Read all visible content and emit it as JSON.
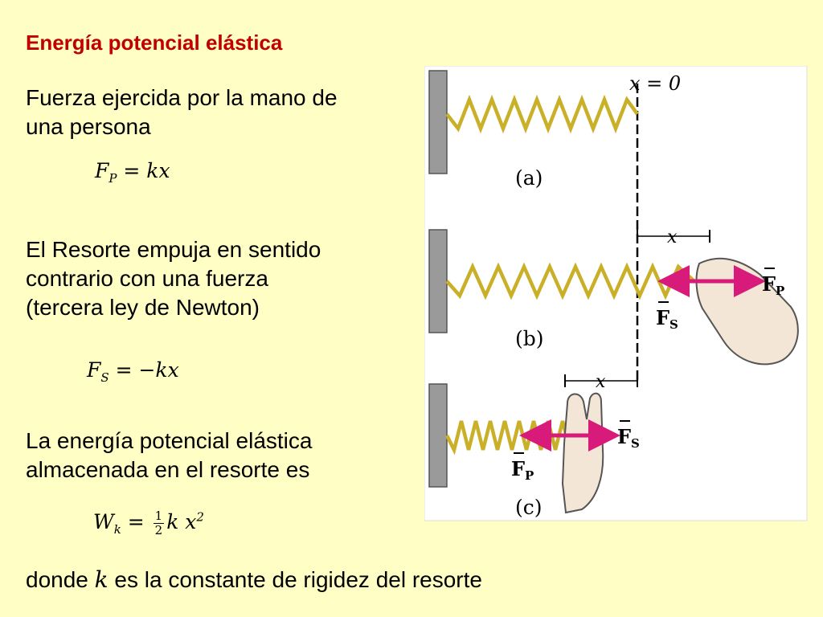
{
  "title": "Energía potencial elástica",
  "texts": {
    "hand_force_1": "Fuerza ejercida por la mano de",
    "hand_force_2": "una persona",
    "spring_push_1": "El Resorte empuja en sentido",
    "spring_push_2": "contrario con una fuerza",
    "spring_push_3": "(tercera ley de Newton)",
    "energy_1": "La energía potencial elástica",
    "energy_2": "almacenada en el resorte es",
    "definition_pre": "donde ",
    "definition_k": "k",
    "definition_post": " es la constante de rigidez del resorte"
  },
  "equations": {
    "fp": {
      "lhs": "F",
      "sub": "P",
      "rhs": " = kx"
    },
    "fs": {
      "lhs": "F",
      "sub": "S",
      "rhs": " = −kx"
    },
    "wk": {
      "lhs": "W",
      "sub": "k",
      "eq": " = ",
      "num": "1",
      "den": "2",
      "k": "k",
      "x": " x",
      "sup": "2"
    }
  },
  "figure": {
    "x0_label": "x = 0",
    "x_label": "x",
    "panel_a": "(a)",
    "panel_b": "(b)",
    "panel_c": "(c)",
    "fp_label": "F",
    "fp_sub": "P",
    "fs_label": "F",
    "fs_sub": "S",
    "colors": {
      "spring": "#c9b028",
      "arrow": "#d81b7a",
      "wall": "#9a9a9a",
      "hand": "#f4e6d6"
    }
  }
}
